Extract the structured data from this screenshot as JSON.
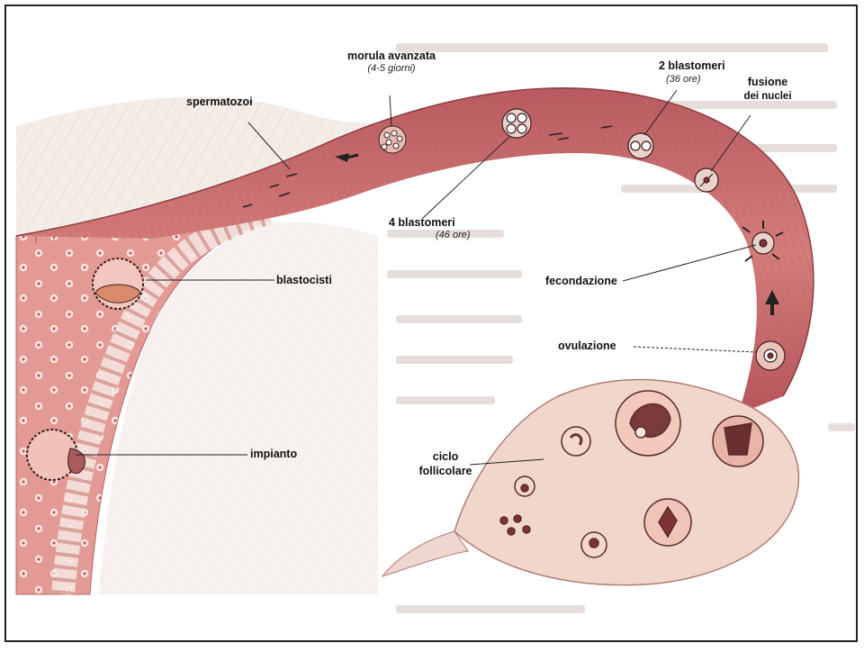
{
  "labels": {
    "spermatozoi": "spermatozoi",
    "morula": "morula avanzata",
    "morula_time": "(4-5 giorni)",
    "two_blastomeri": "2 blastomeri",
    "two_blastomeri_time": "(36 ore)",
    "fusione_line1": "fusione",
    "fusione_line2": "dei nuclei",
    "four_blastomeri": "4 blastomeri",
    "four_blastomeri_time": "(46 ore)",
    "blastocisti": "blastocisti",
    "fecondazione": "fecondazione",
    "ovulazione": "ovulazione",
    "impianto": "impianto",
    "ciclo_line1": "ciclo",
    "ciclo_line2": "follicolare"
  },
  "colors": {
    "tube": "#c96a6b",
    "tube_dark": "#a9474c",
    "uterus_wall": "#d98c86",
    "endometrium": "#e7a49d",
    "ovary": "#f1d6cc",
    "background_text": "#d9d0cc"
  }
}
